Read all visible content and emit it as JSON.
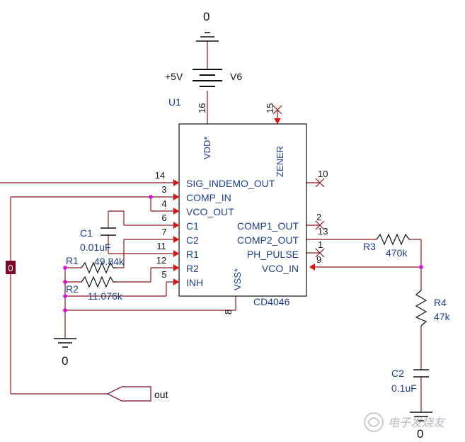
{
  "colors": {
    "wire": "#8a1a1a",
    "part_outline": "#111111",
    "label_blue": "#1f3f8f",
    "arrow_red": "#e01010",
    "junction_magenta": "#e000e0",
    "offpage_box": "#7a0030"
  },
  "power": {
    "ground_top_label": "0",
    "supply_voltage": "+5V",
    "supply_name": "V6",
    "ground_left_label": "0",
    "ground_right_label": "0"
  },
  "chip": {
    "refdes": "U1",
    "part": "CD4046",
    "vdd_label": "VDD*",
    "vss_label": "VSS*",
    "zener_label": "ZENER",
    "pins_left": [
      {
        "num": "14",
        "name": "SIG_INDEMO_OUT"
      },
      {
        "num": "3",
        "name": "COMP_IN"
      },
      {
        "num": "4",
        "name": "VCO_OUT"
      },
      {
        "num": "6",
        "name": "C1"
      },
      {
        "num": "7",
        "name": "C2"
      },
      {
        "num": "11",
        "name": "R1"
      },
      {
        "num": "12",
        "name": "R2"
      },
      {
        "num": "5",
        "name": "INH"
      }
    ],
    "pins_right": [
      {
        "num": "2",
        "name": "COMP1_OUT"
      },
      {
        "num": "13",
        "name": "COMP2_OUT"
      },
      {
        "num": "1",
        "name": "PH_PULSE"
      },
      {
        "num": "9",
        "name": "VCO_IN"
      }
    ],
    "pin_top_vdd": "16",
    "pin_top_zener": "15",
    "pin_right_zener_nc": "10",
    "pin_bottom_vss": "8"
  },
  "components": {
    "c1": {
      "name": "C1",
      "value": "0.01uF"
    },
    "r1": {
      "name": "R1",
      "value": "49.84k"
    },
    "r2": {
      "name": "R2",
      "value": "11.076k"
    },
    "r3": {
      "name": "R3",
      "value": "470k"
    },
    "r4": {
      "name": "R4",
      "value": "47k"
    },
    "c2": {
      "name": "C2",
      "value": "0.1uF"
    }
  },
  "net_marker": "0",
  "offpage": "out",
  "watermark": "电子发烧友"
}
